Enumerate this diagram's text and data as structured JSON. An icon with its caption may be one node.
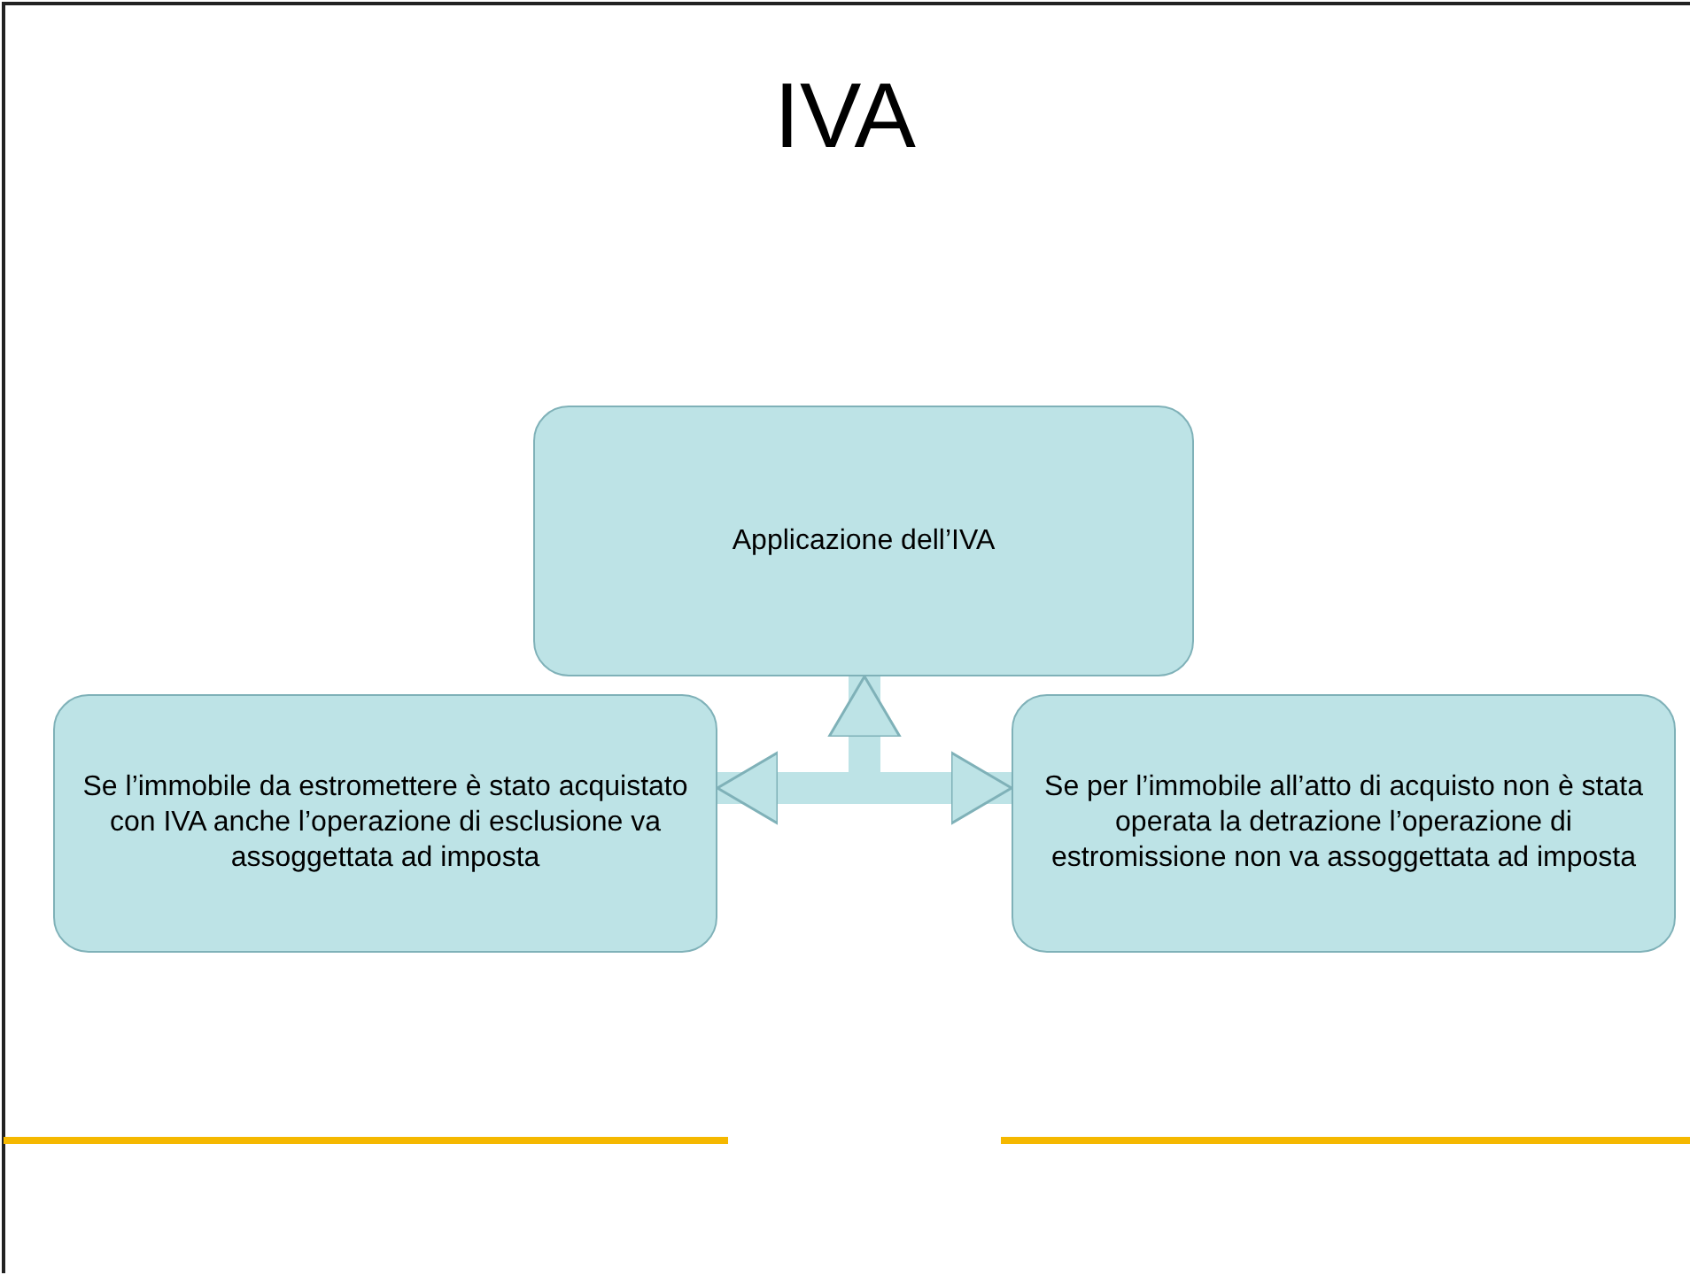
{
  "diagram": {
    "title": "IVA",
    "nodes": [
      {
        "text": [
          "Applicazione dell’IVA"
        ]
      },
      {
        "text": [
          "Se l’immobile da estromettere è stato acquistato con IVA anche l’operazione di esclusione va assoggettata ad imposta"
        ]
      },
      {
        "text": [
          "Se per l’immobile all’atto di acquisto non è stata operata la detrazione l’operazione di estromissione non va assoggettata ad imposta"
        ]
      }
    ],
    "edges": [
      {
        "from": null,
        "to": 0,
        "arrow": "to"
      },
      {
        "from": null,
        "to": 1,
        "arrow": "to"
      },
      {
        "from": null,
        "to": 2,
        "arrow": "to"
      }
    ]
  }
}
